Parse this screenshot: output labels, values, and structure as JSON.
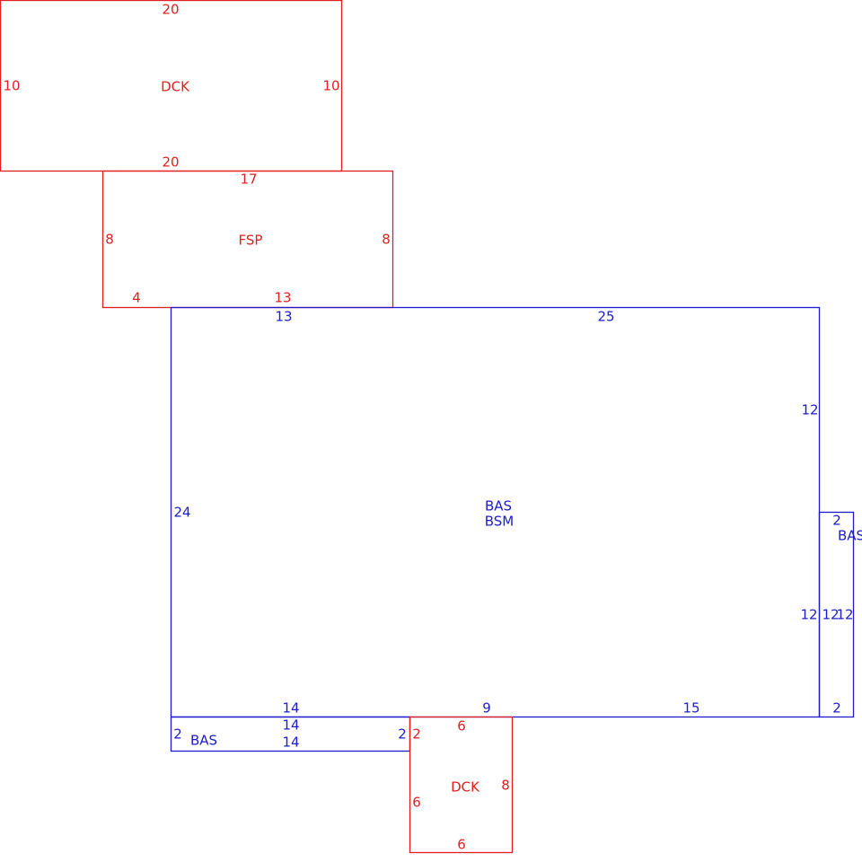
{
  "colors": {
    "red": "#e02020",
    "blue": "#1c1ccc",
    "background": "#ffffff"
  },
  "areas": {
    "deck_top": {
      "code": "DCK",
      "color": "red",
      "dims": {
        "top": "20",
        "left": "10",
        "right": "10",
        "bottom": "20"
      }
    },
    "fsp": {
      "code": "FSP",
      "color": "red",
      "dims": {
        "top": "17",
        "left": "8",
        "right": "8",
        "bottom_left": "4",
        "bottom": "13"
      }
    },
    "bas_main": {
      "codes": [
        "BAS",
        "BSM"
      ],
      "color": "blue",
      "dims": {
        "top_left": "13",
        "top_right": "25",
        "left": "24",
        "right_upper": "12",
        "right_lower": "12",
        "bottom_left": "14",
        "bottom_mid": "9",
        "bottom_right": "15"
      }
    },
    "bas_right": {
      "code": "BAS",
      "color": "blue",
      "dims": {
        "top": "2",
        "left": "12",
        "right": "12",
        "bottom": "2"
      }
    },
    "bas_bottom": {
      "code": "BAS",
      "color": "blue",
      "dims": {
        "top": "14",
        "left": "2",
        "right": "2",
        "bottom": "14"
      }
    },
    "deck_bottom": {
      "code": "DCK",
      "color": "red",
      "dims": {
        "top": "6",
        "left": "6",
        "right": "8",
        "bottom": "6",
        "top_left": "2"
      }
    }
  }
}
